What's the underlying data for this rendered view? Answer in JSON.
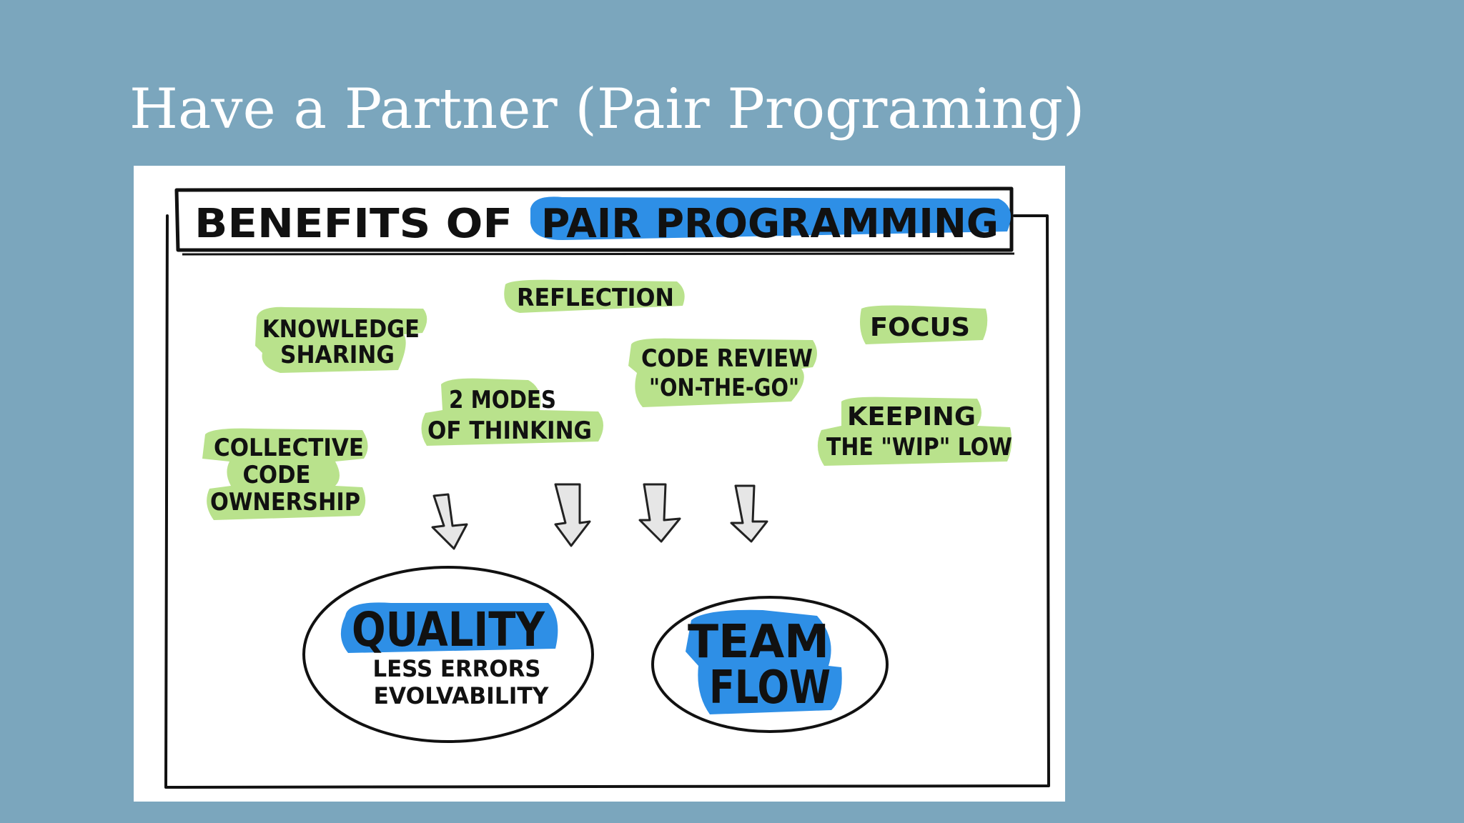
{
  "slide": {
    "title": "Have a Partner (Pair Programing)"
  },
  "diagram": {
    "header": {
      "prefix": "BENEFITS OF",
      "highlight": "PAIR PROGRAMMING"
    },
    "benefits": [
      {
        "id": "knowledge",
        "lines": [
          "KNOWLEDGE",
          "SHARING"
        ]
      },
      {
        "id": "reflection",
        "lines": [
          "REFLECTION"
        ]
      },
      {
        "id": "focus",
        "lines": [
          "FOCUS"
        ]
      },
      {
        "id": "code-review",
        "lines": [
          "CODE REVIEW",
          "\"ON-THE-GO\""
        ]
      },
      {
        "id": "modes",
        "lines": [
          "2 MODES",
          "OF THINKING"
        ]
      },
      {
        "id": "wip",
        "lines": [
          "KEEPING",
          "THE \"WIP\" LOW"
        ]
      },
      {
        "id": "ownership",
        "lines": [
          "COLLECTIVE",
          "CODE",
          "OWNERSHIP"
        ]
      }
    ],
    "outcomes": {
      "quality": {
        "title": "QUALITY",
        "details": [
          "LESS ERRORS",
          "EVOLVABILITY"
        ]
      },
      "team_flow": {
        "lines": [
          "TEAM",
          "FLOW"
        ]
      }
    },
    "colors": {
      "background": "#7ba6bd",
      "panel": "#ffffff",
      "green_highlight": "#b9e28c",
      "blue_highlight": "#2e8fe6",
      "ink": "#111111",
      "arrow_fill": "#e6e6e6"
    }
  }
}
